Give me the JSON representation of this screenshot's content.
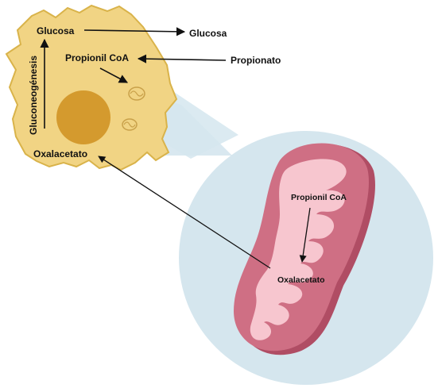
{
  "labels": {
    "glucosa_cell": "Glucosa",
    "glucosa_out": "Glucosa",
    "propionil_cell": "Propionil CoA",
    "propionato": "Propionato",
    "gluconeogenesis": "Gluconeogénesis",
    "oxalacetato_cell": "Oxalacetato",
    "propionil_mito": "Propionil CoA",
    "oxalacetato_mito": "Oxalacetato"
  },
  "colors": {
    "cell_fill": "#f1d484",
    "cell_stroke": "#d9b34a",
    "nucleus": "#d49a2e",
    "zoom_bubble": "#d5e6ee",
    "mito_outer": "#cf6f84",
    "mito_outer_dark": "#b04d64",
    "mito_inner": "#f7c6cf",
    "arrow": "#111111"
  }
}
